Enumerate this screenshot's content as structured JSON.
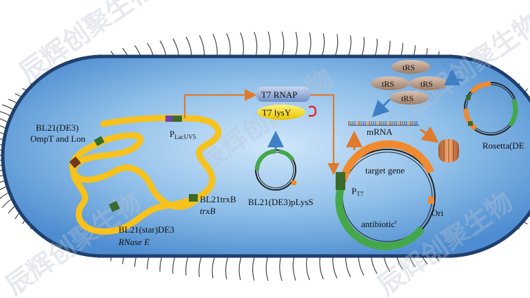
{
  "diagram": {
    "labels": {
      "bl21de3": "BL21(DE3)",
      "ompt_lon": "OmpT and Lon",
      "plac_p": "P",
      "plac_sub": "LacUV5",
      "t7rnap": "T7 RNAP",
      "t7lysy": "T7 lysY",
      "mrna": "mRNA",
      "trs": "tRS",
      "rosetta": "Rosetta(DE",
      "target_gene": "target gene",
      "pt7_p": "P",
      "pt7_sub": "T7",
      "ori": "Ori",
      "antibiotic": "antibiotic",
      "antibiotic_sup": "r",
      "plyss": "BL21(DE3)pLysS",
      "trxb_strain": "BL21trxB",
      "trxb_gene": "trxB",
      "star_strain": "BL21(star)DE3",
      "rnase": "RNase E"
    },
    "watermark": "辰辉创聚生物",
    "colors": {
      "cell_fill": "#8fbfe8",
      "cell_border": "#1f3f6e",
      "chromosome": "#f7c21b",
      "green_marker": "#3a6b2a",
      "purple_marker": "#7b3fa8",
      "arrow_orange": "#e07a2c",
      "arrow_blue": "#3f7fc4",
      "plasmid_green": "#44a84a",
      "plasmid_orange": "#f08a30",
      "trs_fill": "#b89a85"
    }
  }
}
